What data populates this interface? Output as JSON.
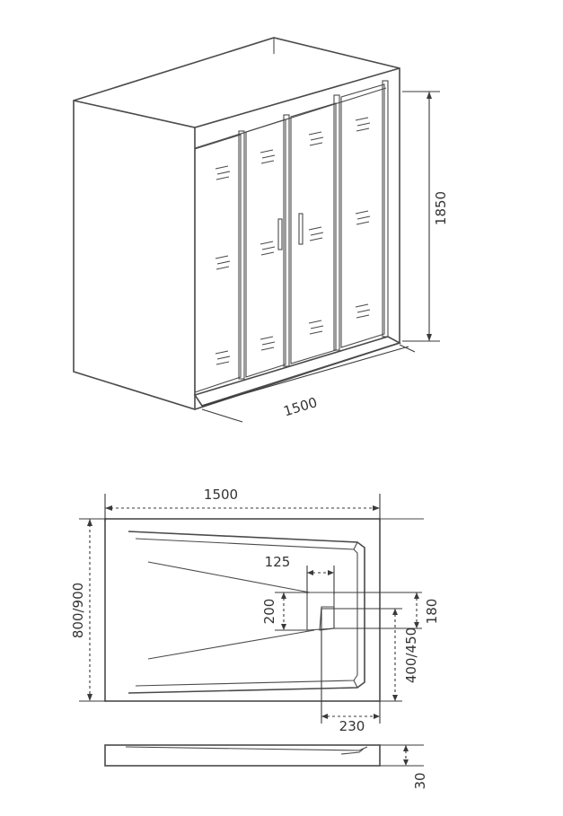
{
  "dimensions": {
    "top_height": "1850",
    "top_width": "1500",
    "tray_width": "1500",
    "tray_depth": "800/900",
    "drain_offset": "125",
    "drain_size": "200",
    "drain_height": "180",
    "drain_position": "400/450",
    "drain_from_edge": "230",
    "tray_thickness": "30"
  }
}
